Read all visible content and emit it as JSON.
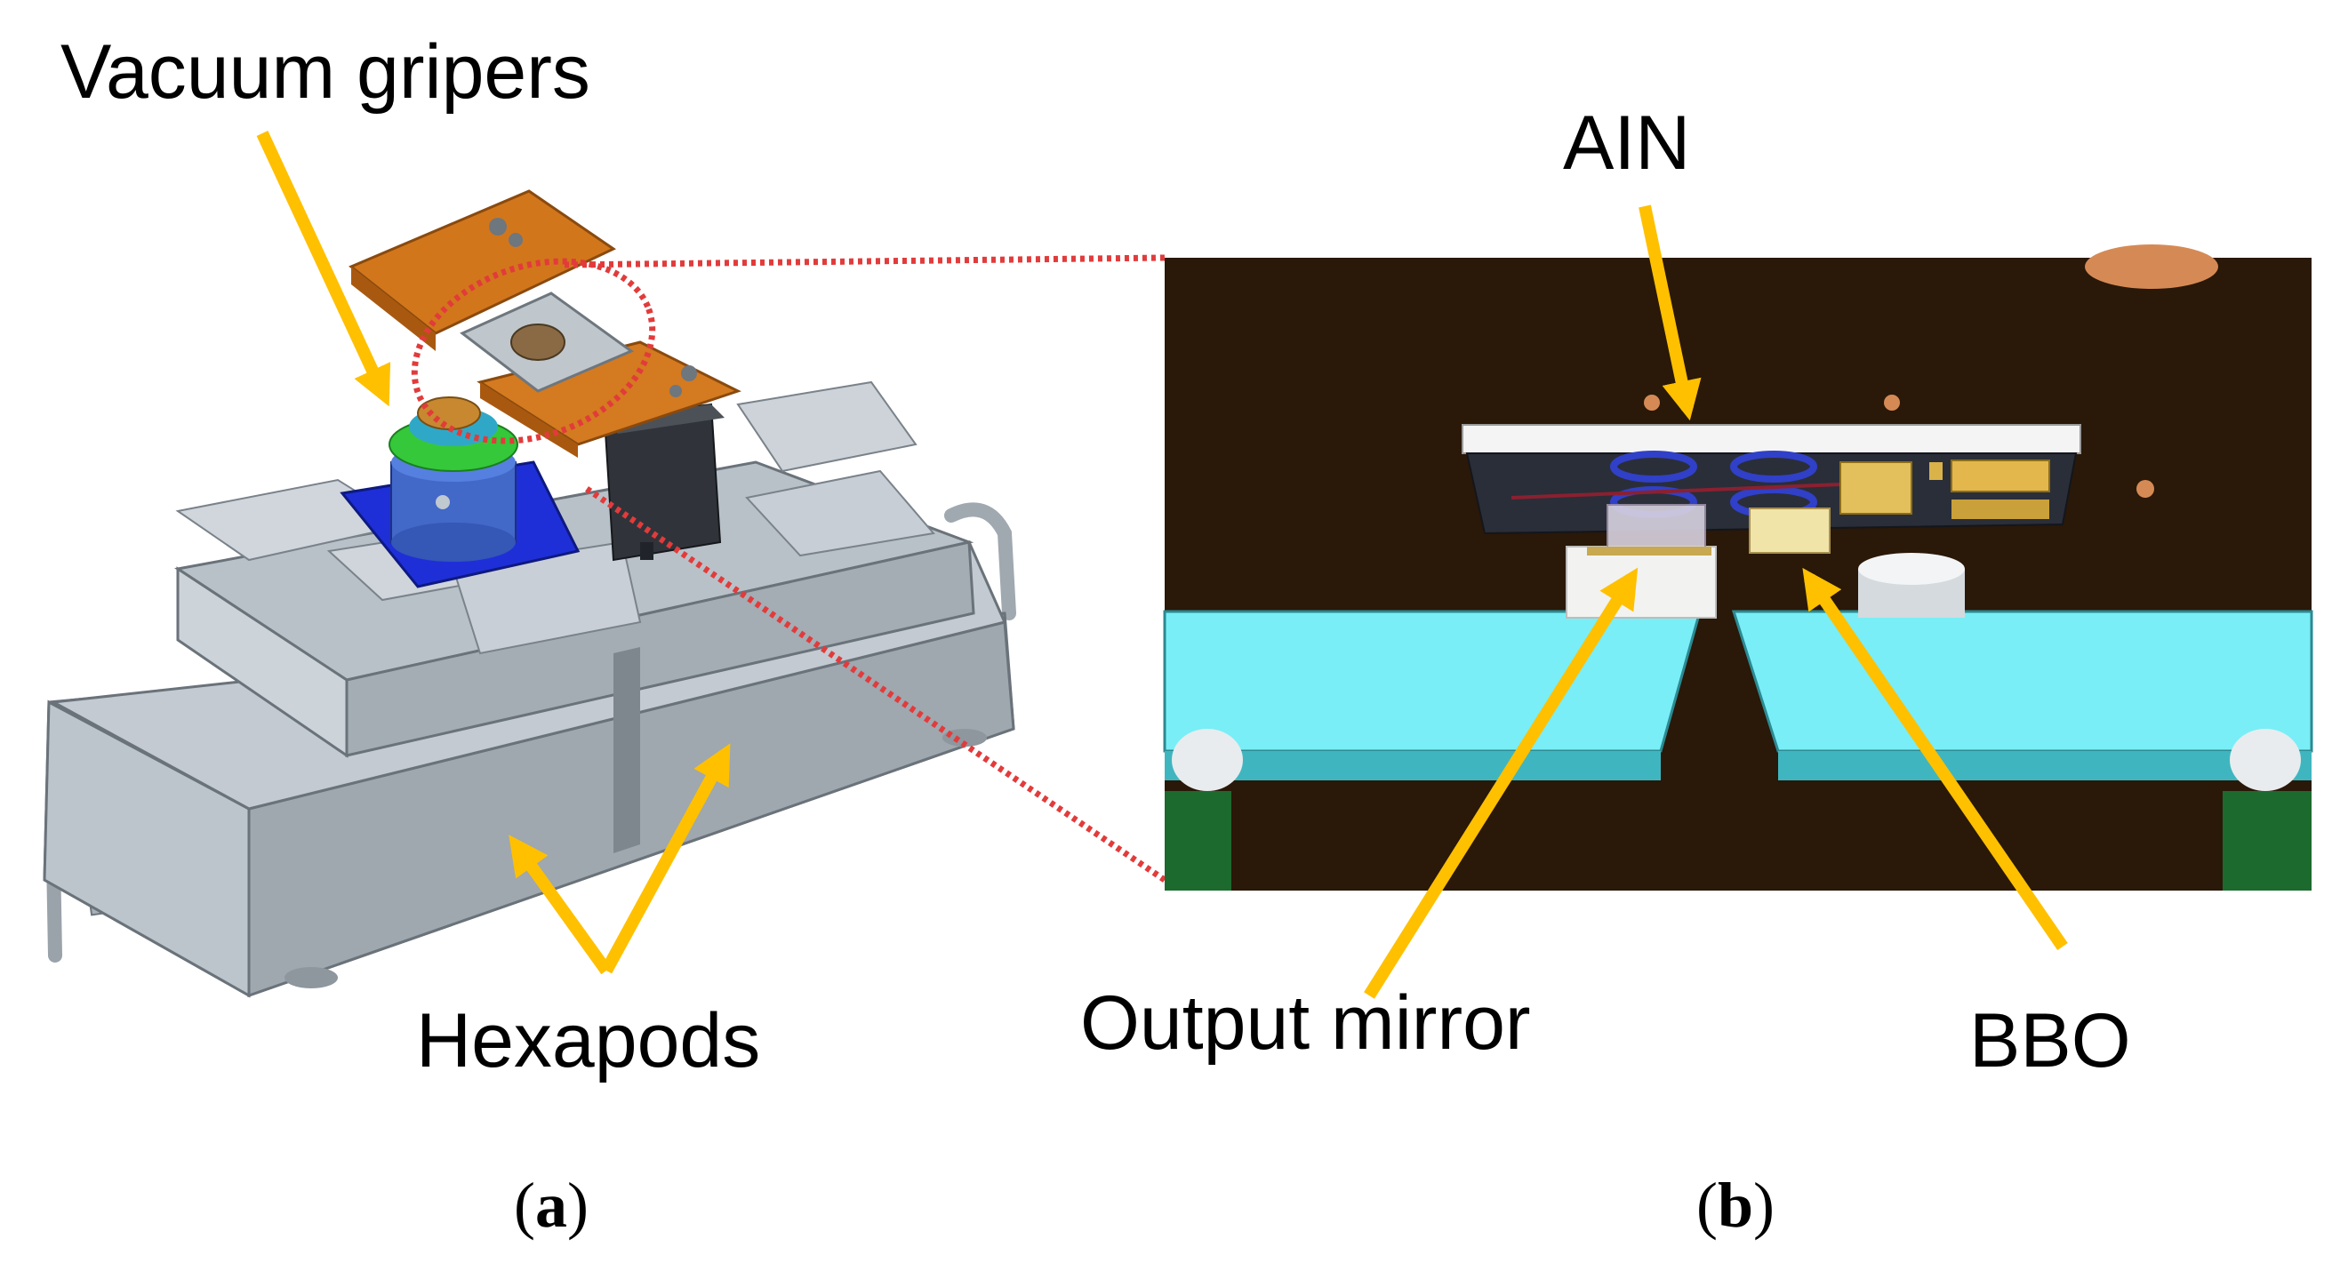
{
  "panel_a": {
    "labels": {
      "vacuum_grippers": "Vacuum gripers",
      "hexapods": "Hexapods"
    },
    "caption": {
      "open": "(",
      "letter": "a",
      "close": ")"
    }
  },
  "panel_b": {
    "labels": {
      "ain": "AIN",
      "output_mirror": "Output mirror",
      "bbo": "BBO"
    },
    "caption": {
      "open": "(",
      "letter": "b",
      "close": ")"
    }
  },
  "colors": {
    "arrow": "#FFC000",
    "zoom_line": "#E23B3B",
    "housing": "#B4BCC4",
    "copper_plate": "#D2761C",
    "chamber_background": "#2A1808",
    "cyan_block": "#79EEF7"
  }
}
